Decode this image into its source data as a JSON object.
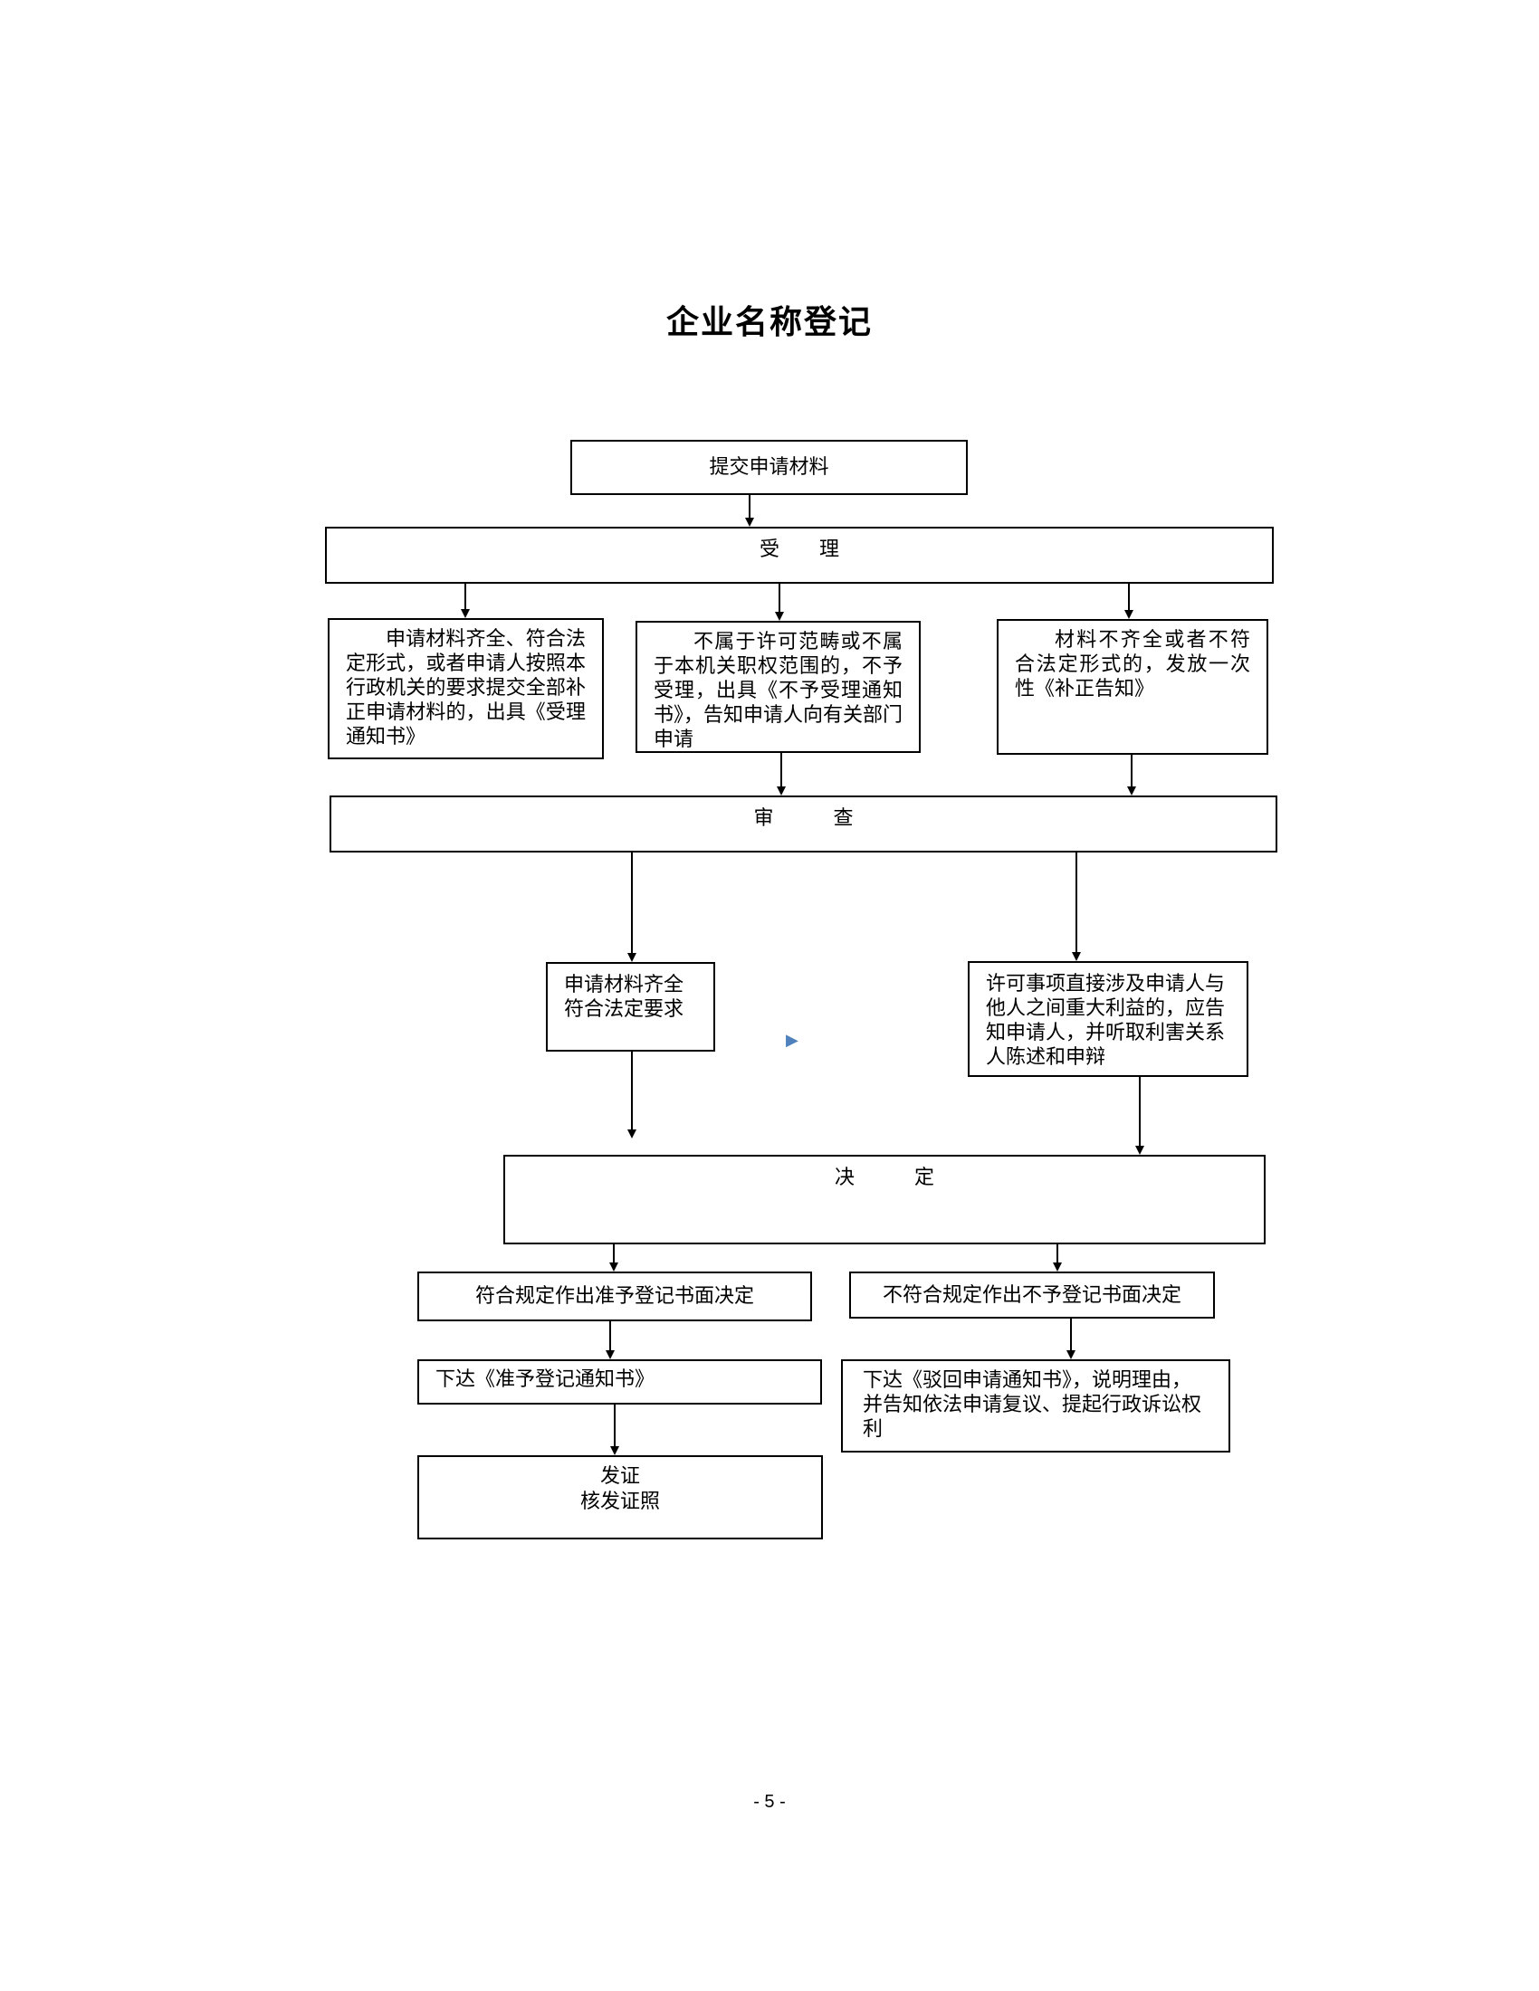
{
  "title": "企业名称登记",
  "steps": {
    "submit": "提交申请材料",
    "accept": "受　　理",
    "accept_complete": "申请材料齐全、符合法定形式，或者申请人按照本行政机关的要求提交全部补正申请材料的，出具《受理通知书》",
    "accept_reject": "不属于许可范畴或不属于本机关职权范围的，不予受理，出具《不予受理通知书》，告知申请人向有关部门申请",
    "accept_incomplete": "材料不齐全或者不符合法定形式的，发放一次性《补正告知》",
    "review": "审　　　查",
    "review_complete": "申请材料齐全符合法定要求",
    "review_interest": "许可事项直接涉及申请人与他人之间重大利益的，应告知申请人，并听取利害关系人陈述和申辩",
    "decision": "决　　　定",
    "approve": "符合规定作出准予登记书面决定",
    "reject": "不符合规定作出不予登记书面决定",
    "approve_notice": "下达《准予登记通知书》",
    "reject_notice": "下达《驳回申请通知书》，说明理由，并告知依法申请复议、提起行政诉讼权利",
    "issue_line1": "发证",
    "issue_line2": "核发证照"
  },
  "marker_icon": "triangle-right-icon",
  "marker_color": "#4f81bd",
  "page_number": "- 5 -"
}
